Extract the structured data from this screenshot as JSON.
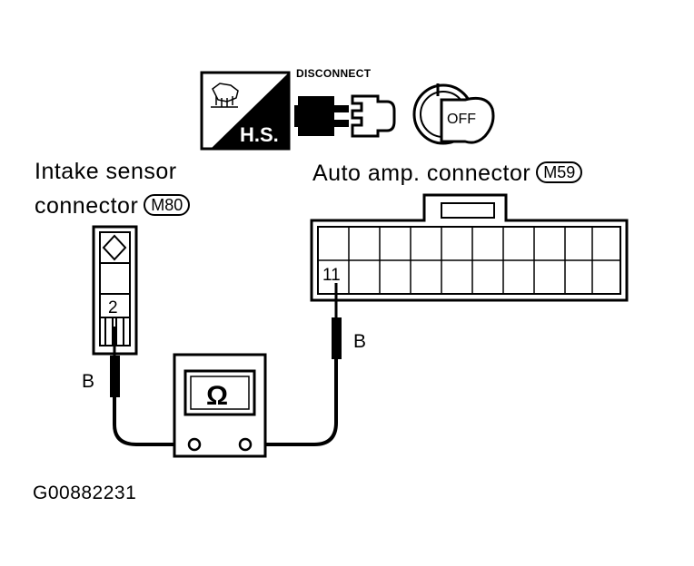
{
  "icons": {
    "hs_text": "H.S.",
    "disconnect_text": "DISCONNECT",
    "off_text": "OFF"
  },
  "intake": {
    "line1": "Intake sensor",
    "line2": "connector",
    "code": "M80",
    "pin": "2"
  },
  "auto": {
    "label": "Auto amp. connector",
    "code": "M59",
    "pin": "11"
  },
  "meter": {
    "symbol": "Ω"
  },
  "wires": {
    "left": "B",
    "right": "B"
  },
  "figure_id": "G00882231"
}
